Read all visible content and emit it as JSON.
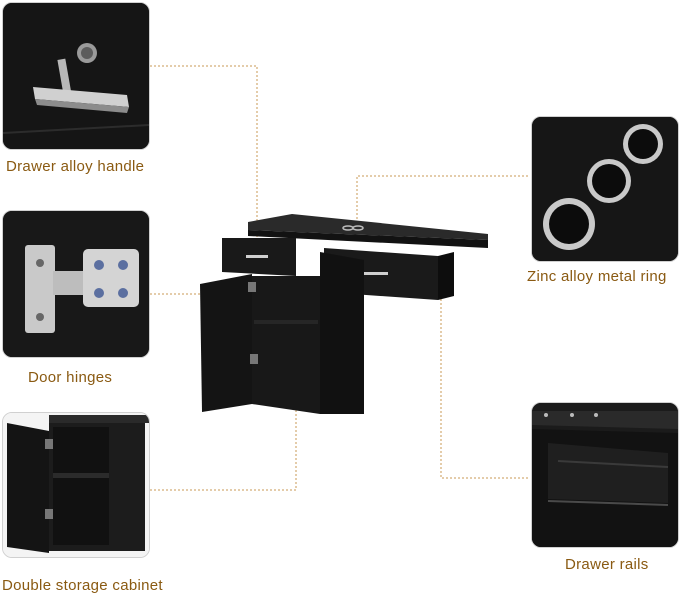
{
  "callouts": {
    "handle": "Drawer alloy handle",
    "hinges": "Door hinges",
    "cabinet": "Double storage cabinet",
    "ring": "Zinc alloy metal ring",
    "rails": "Drawer rails"
  },
  "colors": {
    "accent": "#d79632",
    "label": "#8a5a12",
    "furniture": "#141414"
  }
}
